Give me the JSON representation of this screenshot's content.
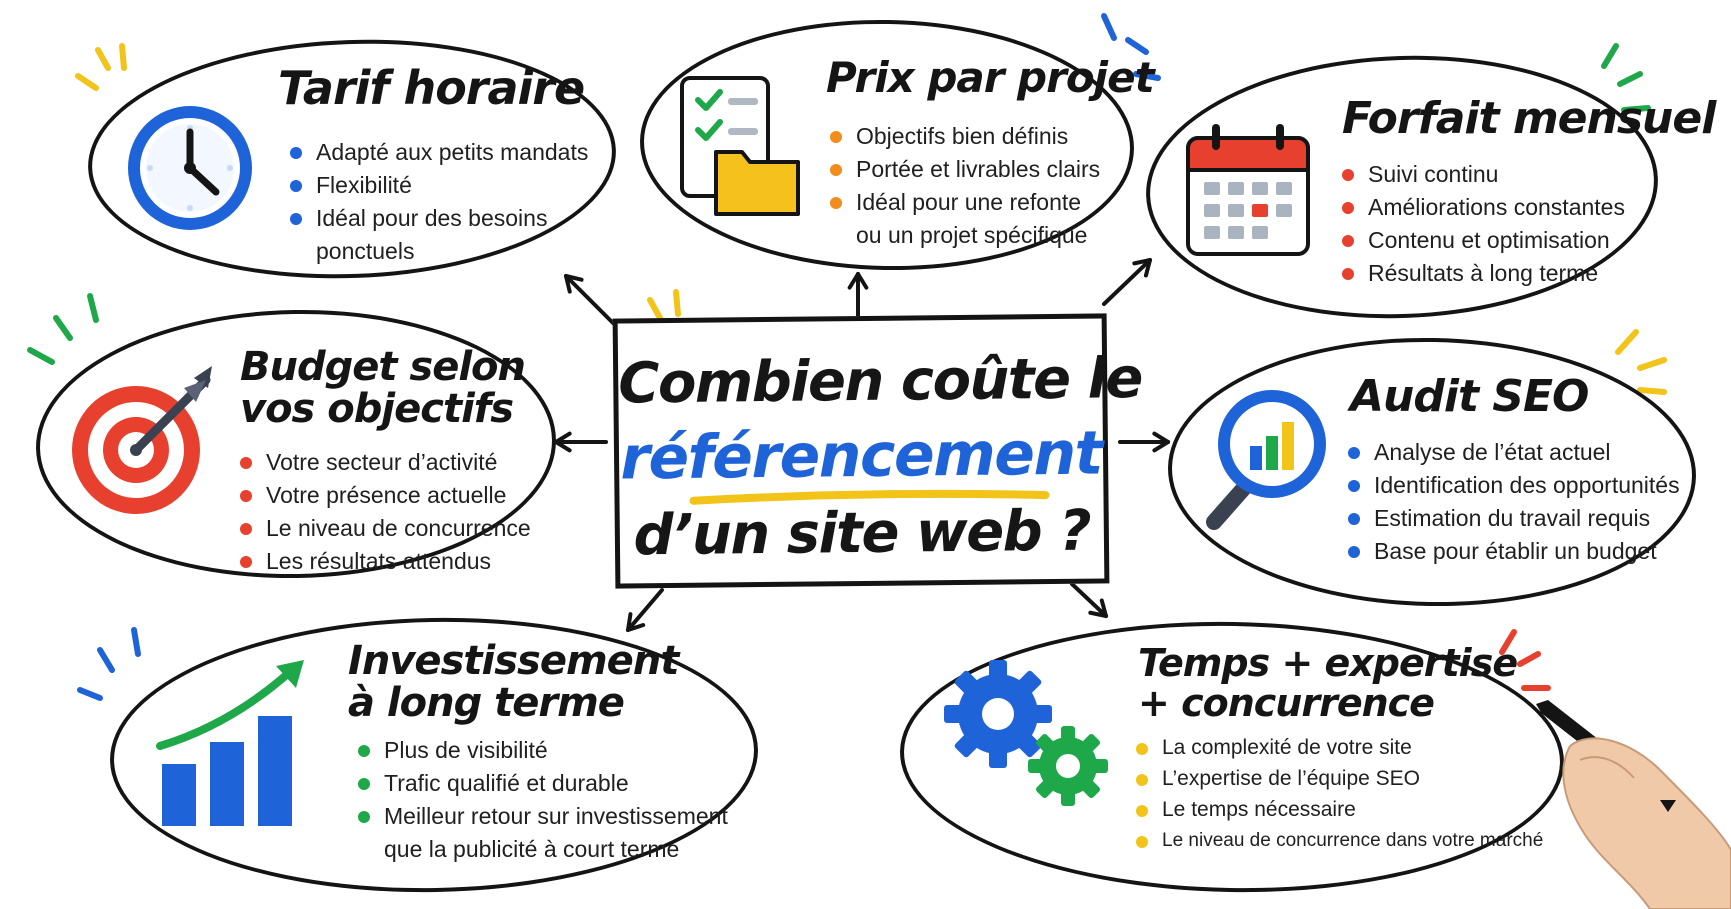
{
  "center": {
    "line1": "Combien coûte le",
    "line2": "référencement",
    "line3": "d’un site web ?"
  },
  "nodes": [
    {
      "id": "tarif-horaire",
      "title_lines": [
        "Tarif horaire"
      ],
      "icon": "clock-icon",
      "bullet_color": "#1e63d8",
      "items": [
        [
          "Adapté aux petits mandats"
        ],
        [
          "Flexibilité"
        ],
        [
          "Idéal pour des besoins",
          "ponctuels"
        ]
      ]
    },
    {
      "id": "prix-par-projet",
      "title_lines": [
        "Prix par projet"
      ],
      "icon": "checklist-folder-icon",
      "bullet_color": "#f28c1a",
      "items": [
        [
          "Objectifs bien définis"
        ],
        [
          "Portée et livrables clairs"
        ],
        [
          "Idéal pour une refonte",
          "ou un projet spécifique"
        ]
      ]
    },
    {
      "id": "forfait-mensuel",
      "title_lines": [
        "Forfait mensuel"
      ],
      "icon": "calendar-icon",
      "bullet_color": "#e8402e",
      "items": [
        [
          "Suivi continu"
        ],
        [
          "Améliorations constantes"
        ],
        [
          "Contenu et optimisation"
        ],
        [
          "Résultats à long terme"
        ]
      ]
    },
    {
      "id": "budget-objectifs",
      "title_lines": [
        "Budget selon",
        "vos objectifs"
      ],
      "icon": "target-arrow-icon",
      "bullet_color": "#e8402e",
      "items": [
        [
          "Votre secteur d’activité"
        ],
        [
          "Votre présence actuelle"
        ],
        [
          "Le niveau de concurrence"
        ],
        [
          "Les résultats attendus"
        ]
      ]
    },
    {
      "id": "audit-seo",
      "title_lines": [
        "Audit SEO"
      ],
      "icon": "magnifier-chart-icon",
      "bullet_color": "#1e63d8",
      "items": [
        [
          "Analyse de l’état actuel"
        ],
        [
          "Identification des opportunités"
        ],
        [
          "Estimation du travail requis"
        ],
        [
          "Base pour établir un budget"
        ]
      ]
    },
    {
      "id": "investissement",
      "title_lines": [
        "Investissement",
        "à long terme"
      ],
      "icon": "growth-chart-icon",
      "bullet_color": "#1ea84a",
      "items": [
        [
          "Plus de visibilité"
        ],
        [
          "Trafic qualifié et durable"
        ],
        [
          "Meilleur retour sur investissement",
          "que la publicité à court terme"
        ]
      ]
    },
    {
      "id": "temps-expertise",
      "title_lines": [
        "Temps + expertise",
        "+ concurrence"
      ],
      "icon": "gears-icon",
      "bullet_color": "#f2c318",
      "items": [
        [
          "La complexité de votre site"
        ],
        [
          "L’expertise de l’équipe SEO"
        ],
        [
          "Le temps nécessaire"
        ],
        [
          "Le niveau de concurrence dans votre marché"
        ]
      ]
    }
  ],
  "colors": {
    "blue": "#1e63d8",
    "green": "#1ea84a",
    "yellow": "#f2c318",
    "red": "#e8402e",
    "orange": "#f28c1a",
    "ink": "#141414"
  }
}
